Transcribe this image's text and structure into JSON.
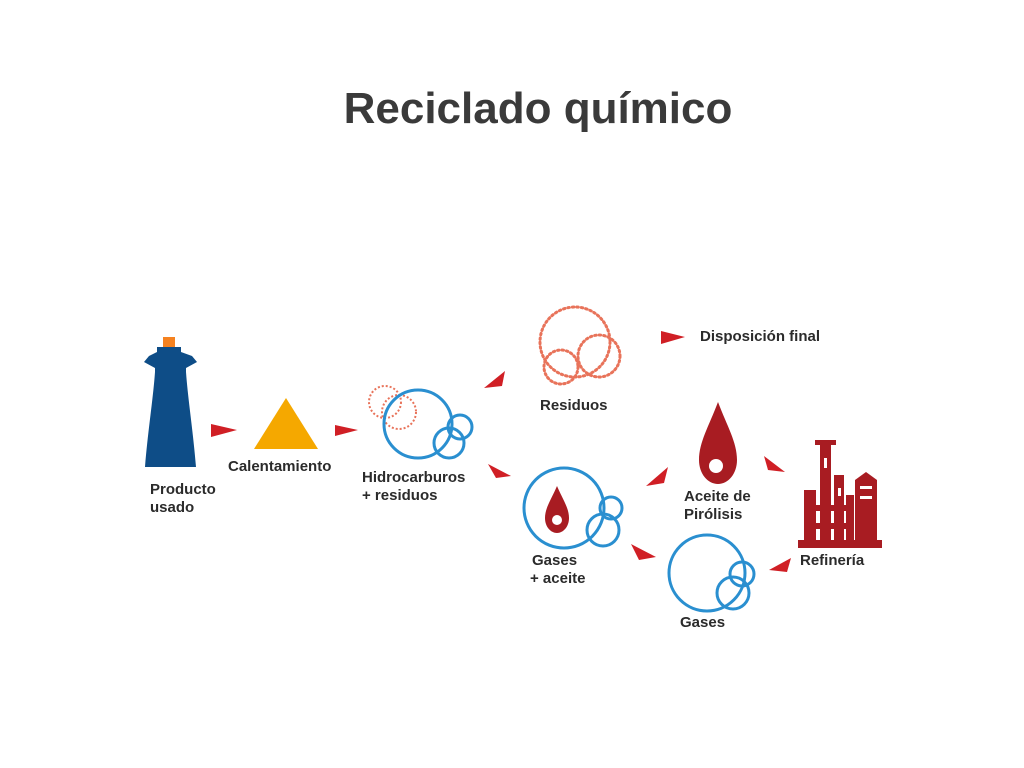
{
  "title": "Reciclado químico",
  "nodes": {
    "producto": {
      "line1": "Producto",
      "line2": "usado",
      "icon": "bottle-icon"
    },
    "calentamiento": {
      "label": "Calentamiento",
      "icon": "triangle-icon"
    },
    "hidrocarburos": {
      "line1": "Hidrocarburos",
      "line2": "+ residuos",
      "icon": "circles-icon"
    },
    "residuos": {
      "label": "Residuos",
      "icon": "dotted-circles-icon"
    },
    "disposicion": {
      "label": "Disposición final"
    },
    "gases_aceite": {
      "line1": "Gases",
      "line2": "+ aceite",
      "icon": "circles-drop-icon"
    },
    "aceite": {
      "line1": "Aceite de",
      "line2": "Pirólisis",
      "icon": "oil-drop-icon"
    },
    "gases": {
      "label": "Gases",
      "icon": "circles-icon"
    },
    "refineria": {
      "label": "Refinería",
      "icon": "refinery-icon"
    }
  },
  "colors": {
    "bottle": "#0e4d87",
    "cap": "#f58220",
    "triangle": "#f5a800",
    "blue_circle": "#2a8fd0",
    "dotted": "#e8735a",
    "drop": "#a81c22",
    "arrow": "#d01f25",
    "refinery": "#a81c22"
  }
}
